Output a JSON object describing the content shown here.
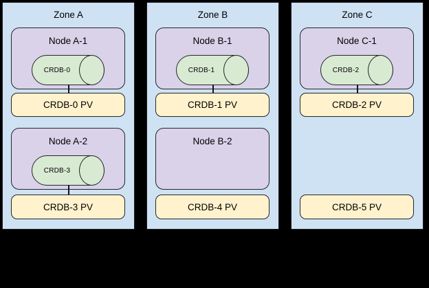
{
  "diagram": {
    "description": "CockroachDB pods on Kubernetes nodes across availability zones with persistent volumes",
    "colors": {
      "background": "#000000",
      "zone_fill": "#cfe2f3",
      "node_fill": "#d9d2e9",
      "pod_cylinder_fill": "#d9ead3",
      "pv_fill": "#fff2cc",
      "border": "#24262a",
      "text": "#000000"
    },
    "zones": [
      {
        "title": "Zone A",
        "nodes": [
          {
            "title": "Node A-1",
            "pod": "CRDB-0",
            "connected_pv": "CRDB-0 PV"
          },
          {
            "title": "Node A-2",
            "pod": "CRDB-3",
            "connected_pv": "CRDB-3 PV"
          }
        ],
        "pvs": [
          "CRDB-0 PV",
          "CRDB-3 PV"
        ]
      },
      {
        "title": "Zone B",
        "nodes": [
          {
            "title": "Node B-1",
            "pod": "CRDB-1",
            "connected_pv": "CRDB-1 PV"
          },
          {
            "title": "Node B-2",
            "pod": null,
            "connected_pv": null
          }
        ],
        "pvs": [
          "CRDB-1 PV",
          "CRDB-4 PV"
        ]
      },
      {
        "title": "Zone C",
        "nodes": [
          {
            "title": "Node C-1",
            "pod": "CRDB-2",
            "connected_pv": "CRDB-2 PV"
          }
        ],
        "pvs": [
          "CRDB-2 PV",
          "CRDB-5 PV"
        ]
      }
    ]
  }
}
